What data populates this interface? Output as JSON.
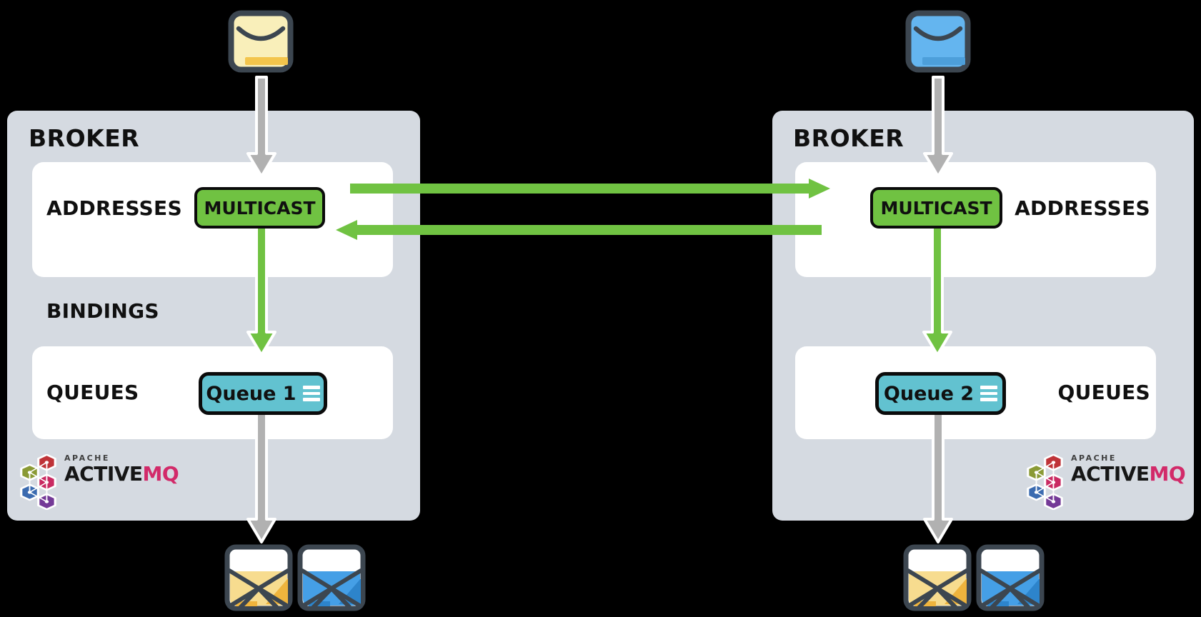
{
  "brokers": [
    {
      "title": "BROKER",
      "addresses_label": "ADDRESSES",
      "multicast_label": "MULTICAST",
      "bindings_label": "BINDINGS",
      "queues_label": "QUEUES",
      "queue_label": "Queue 1",
      "logo": {
        "apache": "APACHE",
        "active": "ACTIVE",
        "mq": "MQ"
      }
    },
    {
      "title": "BROKER",
      "addresses_label": "ADDRESSES",
      "multicast_label": "MULTICAST",
      "queues_label": "QUEUES",
      "queue_label": "Queue 2",
      "logo": {
        "apache": "APACHE",
        "active": "ACTIVE",
        "mq": "MQ"
      }
    }
  ],
  "icons": {
    "top_left_producer": "envelope-closed-yellow",
    "top_right_producer": "envelope-closed-blue",
    "bottom_left_consumers": [
      "envelope-open-yellow",
      "envelope-open-blue"
    ],
    "bottom_right_consumers": [
      "envelope-open-yellow",
      "envelope-open-blue"
    ],
    "queue_icon": "list-lines",
    "logo_icon": "apache-activemq-hexagons"
  },
  "arrows": {
    "producer_to_broker": "gray-down",
    "multicast_to_queue": "green-down",
    "queue_to_consumers": "gray-down",
    "multicast_forward": "green-right",
    "multicast_return": "green-left"
  },
  "colors": {
    "green": "#70c242",
    "teal": "#62c2d0",
    "broker_bg": "#d5dae1",
    "panel_bg": "#ffffff",
    "arrow_gray": "#b1b1b1",
    "outline": "#ffffff",
    "slate": "#3c4650",
    "envelope_yellow": "#f9efba",
    "envelope_yellow_accent": "#f3c54c",
    "envelope_blue": "#64b5ef",
    "envelope_blue_accent": "#4d9fda",
    "open_yellow": "#f7dc8f",
    "open_yellow_accent": "#efb43d",
    "open_blue": "#459fe6",
    "open_blue_accent": "#2d84cb",
    "activemq_pink": "#d22a69",
    "text": "#101010",
    "page_bg": "#000000"
  }
}
